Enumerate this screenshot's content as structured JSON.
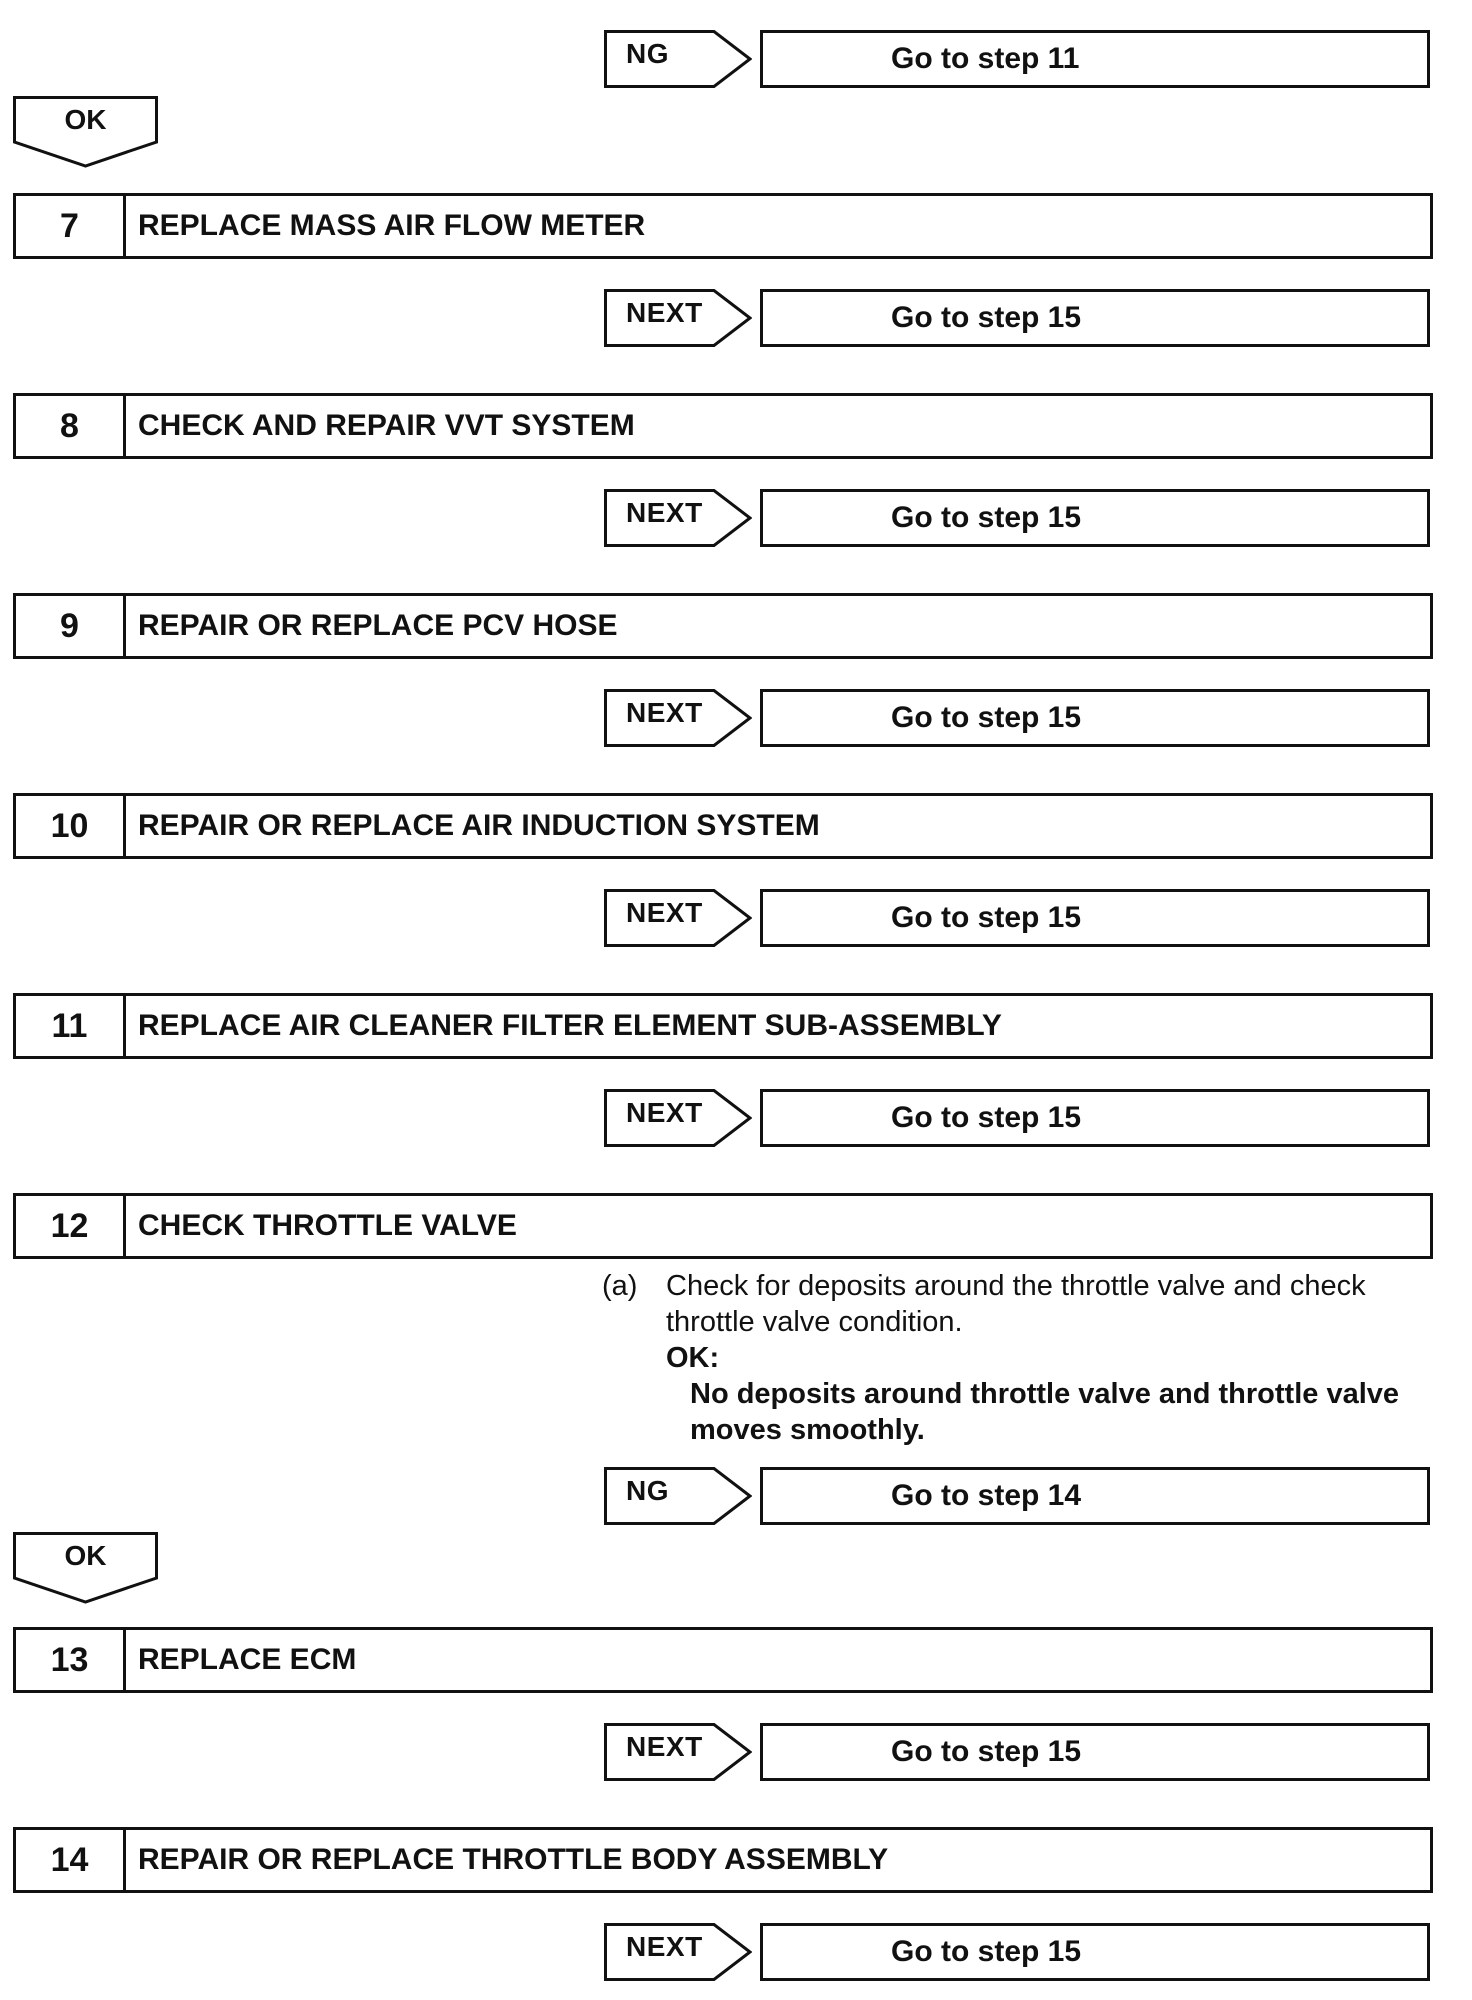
{
  "top": {
    "ng_label": "NG",
    "ng_goto": "Go to step 11",
    "ok_label": "OK"
  },
  "steps": [
    {
      "num": "7",
      "title": "REPLACE MASS AIR FLOW METER",
      "next_label": "NEXT",
      "goto": "Go to step 15"
    },
    {
      "num": "8",
      "title": "CHECK AND REPAIR VVT SYSTEM",
      "next_label": "NEXT",
      "goto": "Go to step 15"
    },
    {
      "num": "9",
      "title": "REPAIR OR REPLACE PCV HOSE",
      "next_label": "NEXT",
      "goto": "Go to step 15"
    },
    {
      "num": "10",
      "title": "REPAIR OR REPLACE AIR INDUCTION SYSTEM",
      "next_label": "NEXT",
      "goto": "Go to step 15"
    },
    {
      "num": "11",
      "title": "REPLACE AIR CLEANER FILTER ELEMENT SUB-ASSEMBLY",
      "next_label": "NEXT",
      "goto": "Go to step 15"
    },
    {
      "num": "12",
      "title": "CHECK THROTTLE VALVE"
    },
    {
      "num": "13",
      "title": "REPLACE ECM",
      "next_label": "NEXT",
      "goto": "Go to step 15"
    },
    {
      "num": "14",
      "title": "REPAIR OR REPLACE THROTTLE BODY ASSEMBLY",
      "next_label": "NEXT",
      "goto": "Go to step 15"
    }
  ],
  "step12_detail": {
    "marker": "(a)",
    "line1": "Check for deposits around the throttle valve and check",
    "line2": "throttle valve condition.",
    "ok_head": "OK:",
    "ok_line1": "No deposits around throttle valve and throttle valve",
    "ok_line2": "moves smoothly.",
    "ng_label": "NG",
    "ng_goto": "Go to step 14",
    "ok_label": "OK"
  }
}
